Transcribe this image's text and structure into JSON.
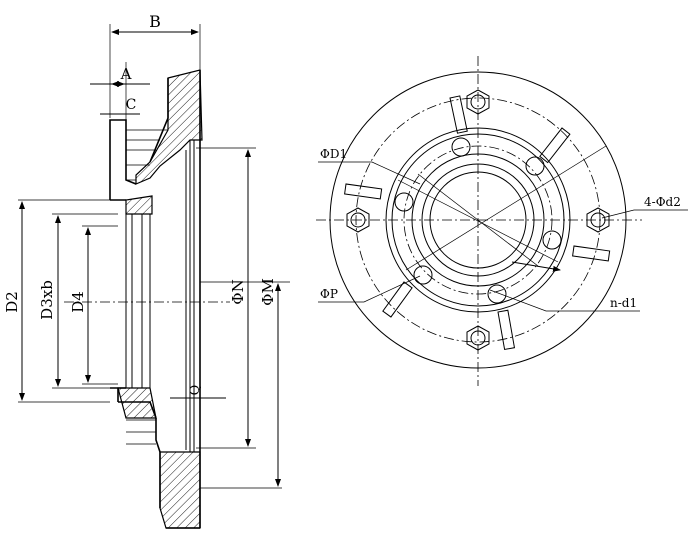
{
  "labels": {
    "B": "B",
    "A": "A",
    "C": "C",
    "D2": "D2",
    "D3xb": "D3xb",
    "D4": "D4",
    "PhiN": "ΦN",
    "PhiM": "ΦM",
    "Q": "Q",
    "PhiD1": "ΦD1",
    "PhiP": "ΦP",
    "FourPhiD2": "4-Φd2",
    "nd1": "n-d1"
  }
}
